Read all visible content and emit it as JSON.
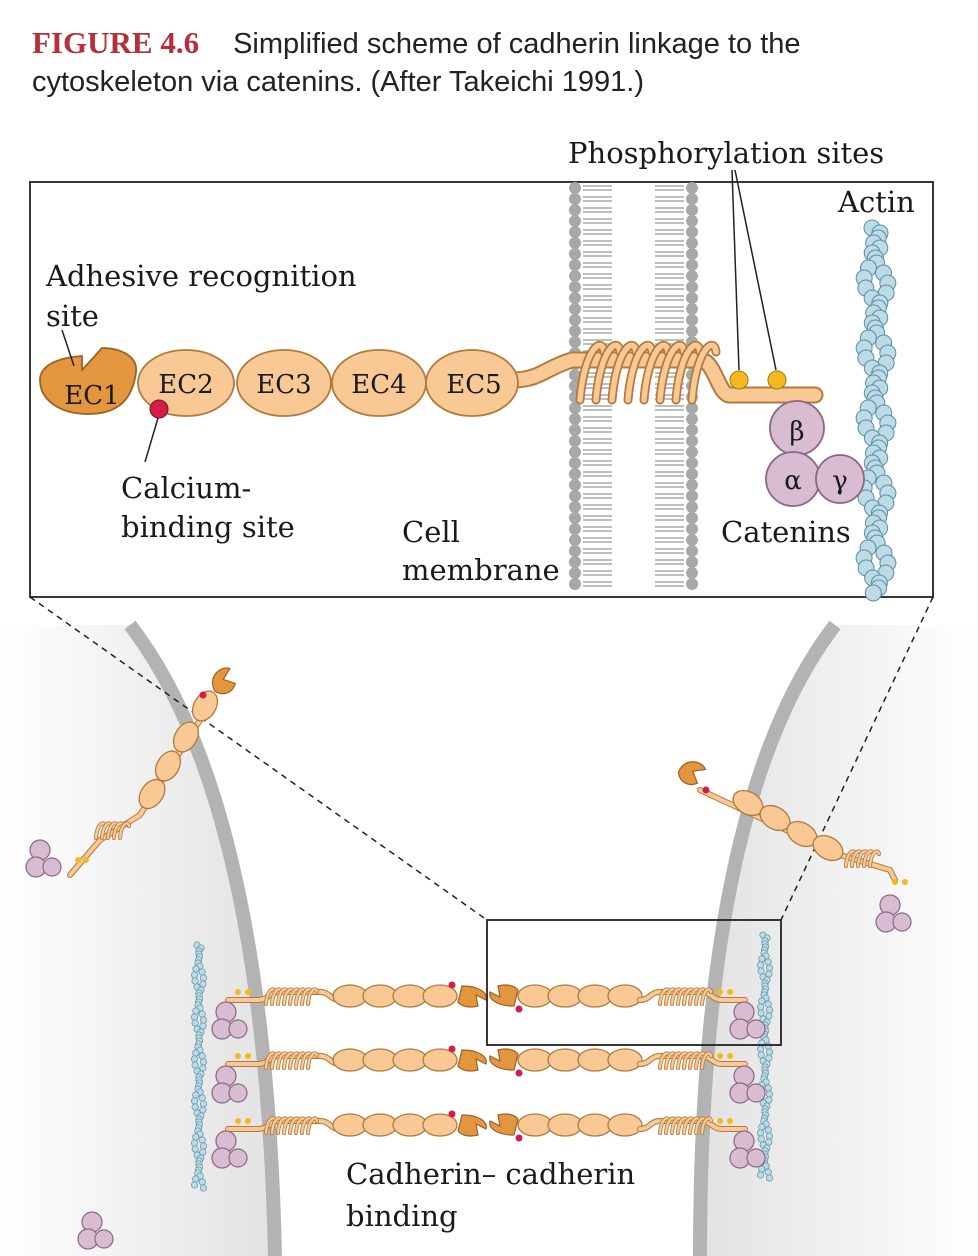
{
  "caption": {
    "figure_label": "FIGURE 4.6",
    "text": "Simplified scheme of cadherin linkage to the cytoskeleton via catenins. (After Takeichi 1991.)"
  },
  "labels": {
    "phosphorylation": "Phosphorylation sites",
    "actin": "Actin",
    "adhesive_1": "Adhesive recognition",
    "adhesive_2": "site",
    "calcium_1": "Calcium-",
    "calcium_2": "binding site",
    "membrane_1": "Cell",
    "membrane_2": "membrane",
    "catenins": "Catenins",
    "binding_1": "Cadherin– cadherin",
    "binding_2": "binding"
  },
  "domains": [
    "EC1",
    "EC2",
    "EC3",
    "EC4",
    "EC5"
  ],
  "catenins": [
    "β",
    "α",
    "γ"
  ],
  "colors": {
    "accent": "#b5303a",
    "domain_fill": "#f8c995",
    "domain_stroke": "#b27a3c",
    "ec1_fill": "#e3963e",
    "calcium": "#d21d49",
    "phospho": "#f6b81f",
    "catenin_fill": "#d8bcd2",
    "catenin_stroke": "#8a6785",
    "actin_fill": "#bcdbe6",
    "actin_stroke": "#5b8ea2",
    "lipid": "#a8a8a8",
    "cell_gray": "#ececec",
    "cell_membrane": "#b3b3b3"
  }
}
